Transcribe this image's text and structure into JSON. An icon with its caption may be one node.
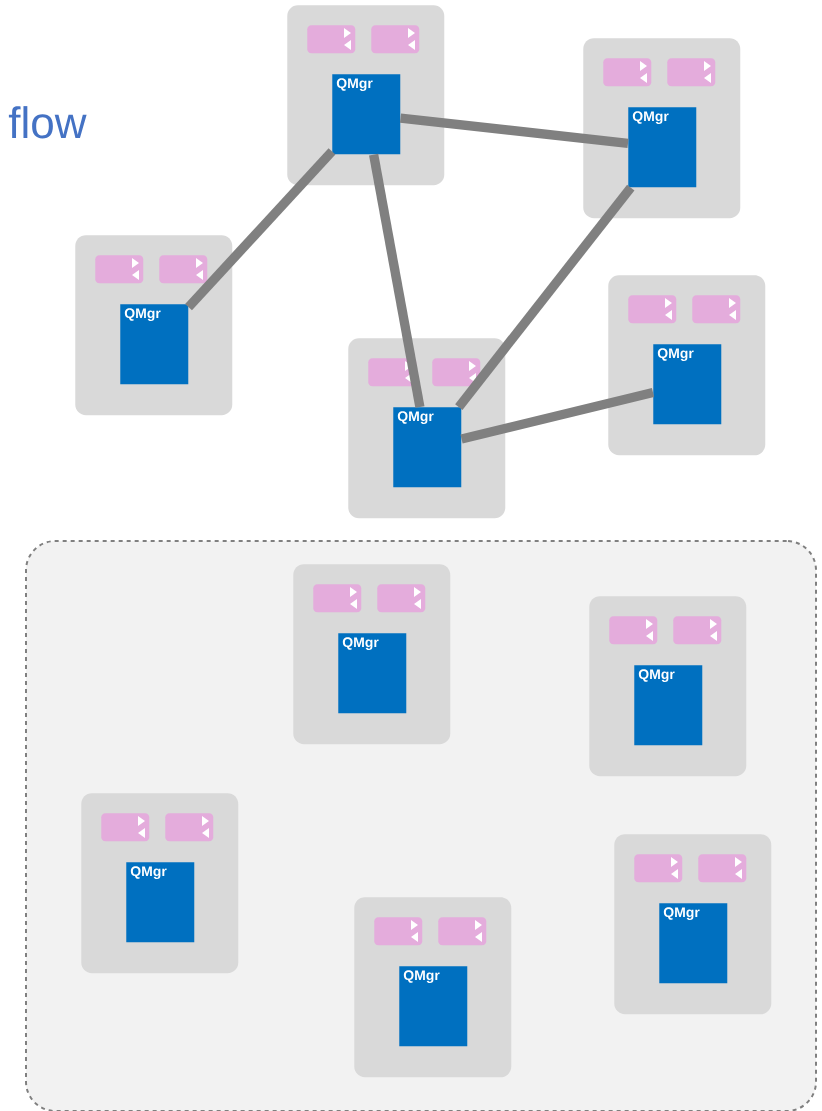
{
  "diagram": {
    "nodes": [
      {
        "text": [],
        "shape": "box"
      },
      {
        "text": [],
        "shape": "box",
        "in": 0
      },
      {
        "text": [],
        "shape": "box",
        "in": 0
      },
      {
        "text": [
          "QMgr"
        ],
        "in": 0
      },
      {
        "text": [],
        "shape": "box"
      },
      {
        "text": [],
        "shape": "box",
        "in": 4
      },
      {
        "text": [],
        "shape": "box",
        "in": 4
      },
      {
        "text": [
          "QMgr"
        ],
        "in": 4
      },
      {
        "text": [],
        "shape": "box"
      },
      {
        "text": [],
        "shape": "box",
        "in": 8
      },
      {
        "text": [],
        "shape": "box",
        "in": 8
      },
      {
        "text": [
          "QMgr"
        ],
        "in": 8
      },
      {
        "text": [],
        "shape": "box"
      },
      {
        "text": [],
        "shape": "box",
        "in": 12
      },
      {
        "text": [],
        "shape": "box",
        "in": 12
      },
      {
        "text": [
          "QMgr"
        ],
        "in": 12
      },
      {
        "text": [],
        "shape": "box"
      },
      {
        "text": [],
        "shape": "box",
        "in": 16
      },
      {
        "text": [],
        "shape": "box",
        "in": 16
      },
      {
        "text": [
          "QMgr"
        ],
        "in": 16
      },
      {
        "text": [],
        "shape": "box"
      },
      {
        "text": [],
        "shape": "box",
        "in": 20
      },
      {
        "text": [],
        "shape": "box",
        "in": 21
      },
      {
        "text": [],
        "shape": "box",
        "in": 21
      },
      {
        "text": [
          "QMgr"
        ],
        "in": 21
      },
      {
        "text": [],
        "shape": "box",
        "in": 20
      },
      {
        "text": [],
        "shape": "box",
        "in": 25
      },
      {
        "text": [],
        "shape": "box",
        "in": 25
      },
      {
        "text": [
          "QMgr"
        ],
        "in": 25
      },
      {
        "text": [],
        "shape": "box",
        "in": 20
      },
      {
        "text": [],
        "shape": "box",
        "in": 29
      },
      {
        "text": [],
        "shape": "box",
        "in": 29
      },
      {
        "text": [
          "QMgr"
        ],
        "in": 29
      },
      {
        "text": [],
        "shape": "box",
        "in": 20
      },
      {
        "text": [],
        "shape": "box",
        "in": 33
      },
      {
        "text": [],
        "shape": "box",
        "in": 33
      },
      {
        "text": [
          "QMgr"
        ],
        "in": 33
      },
      {
        "text": [],
        "shape": "box",
        "in": 20
      },
      {
        "text": [],
        "shape": "box",
        "in": 37
      },
      {
        "text": [],
        "shape": "box",
        "in": 37
      },
      {
        "text": [
          "QMgr"
        ],
        "in": 37
      }
    ],
    "edges": [
      {
        "from": 3,
        "to": 7,
        "arrow": "none"
      },
      {
        "from": 3,
        "to": 11,
        "arrow": "none"
      },
      {
        "from": 3,
        "to": 19,
        "arrow": "none"
      },
      {
        "from": 7,
        "to": 19,
        "arrow": "none"
      },
      {
        "from": 19,
        "to": 15,
        "arrow": "none"
      }
    ],
    "labels": [
      "flow"
    ]
  }
}
